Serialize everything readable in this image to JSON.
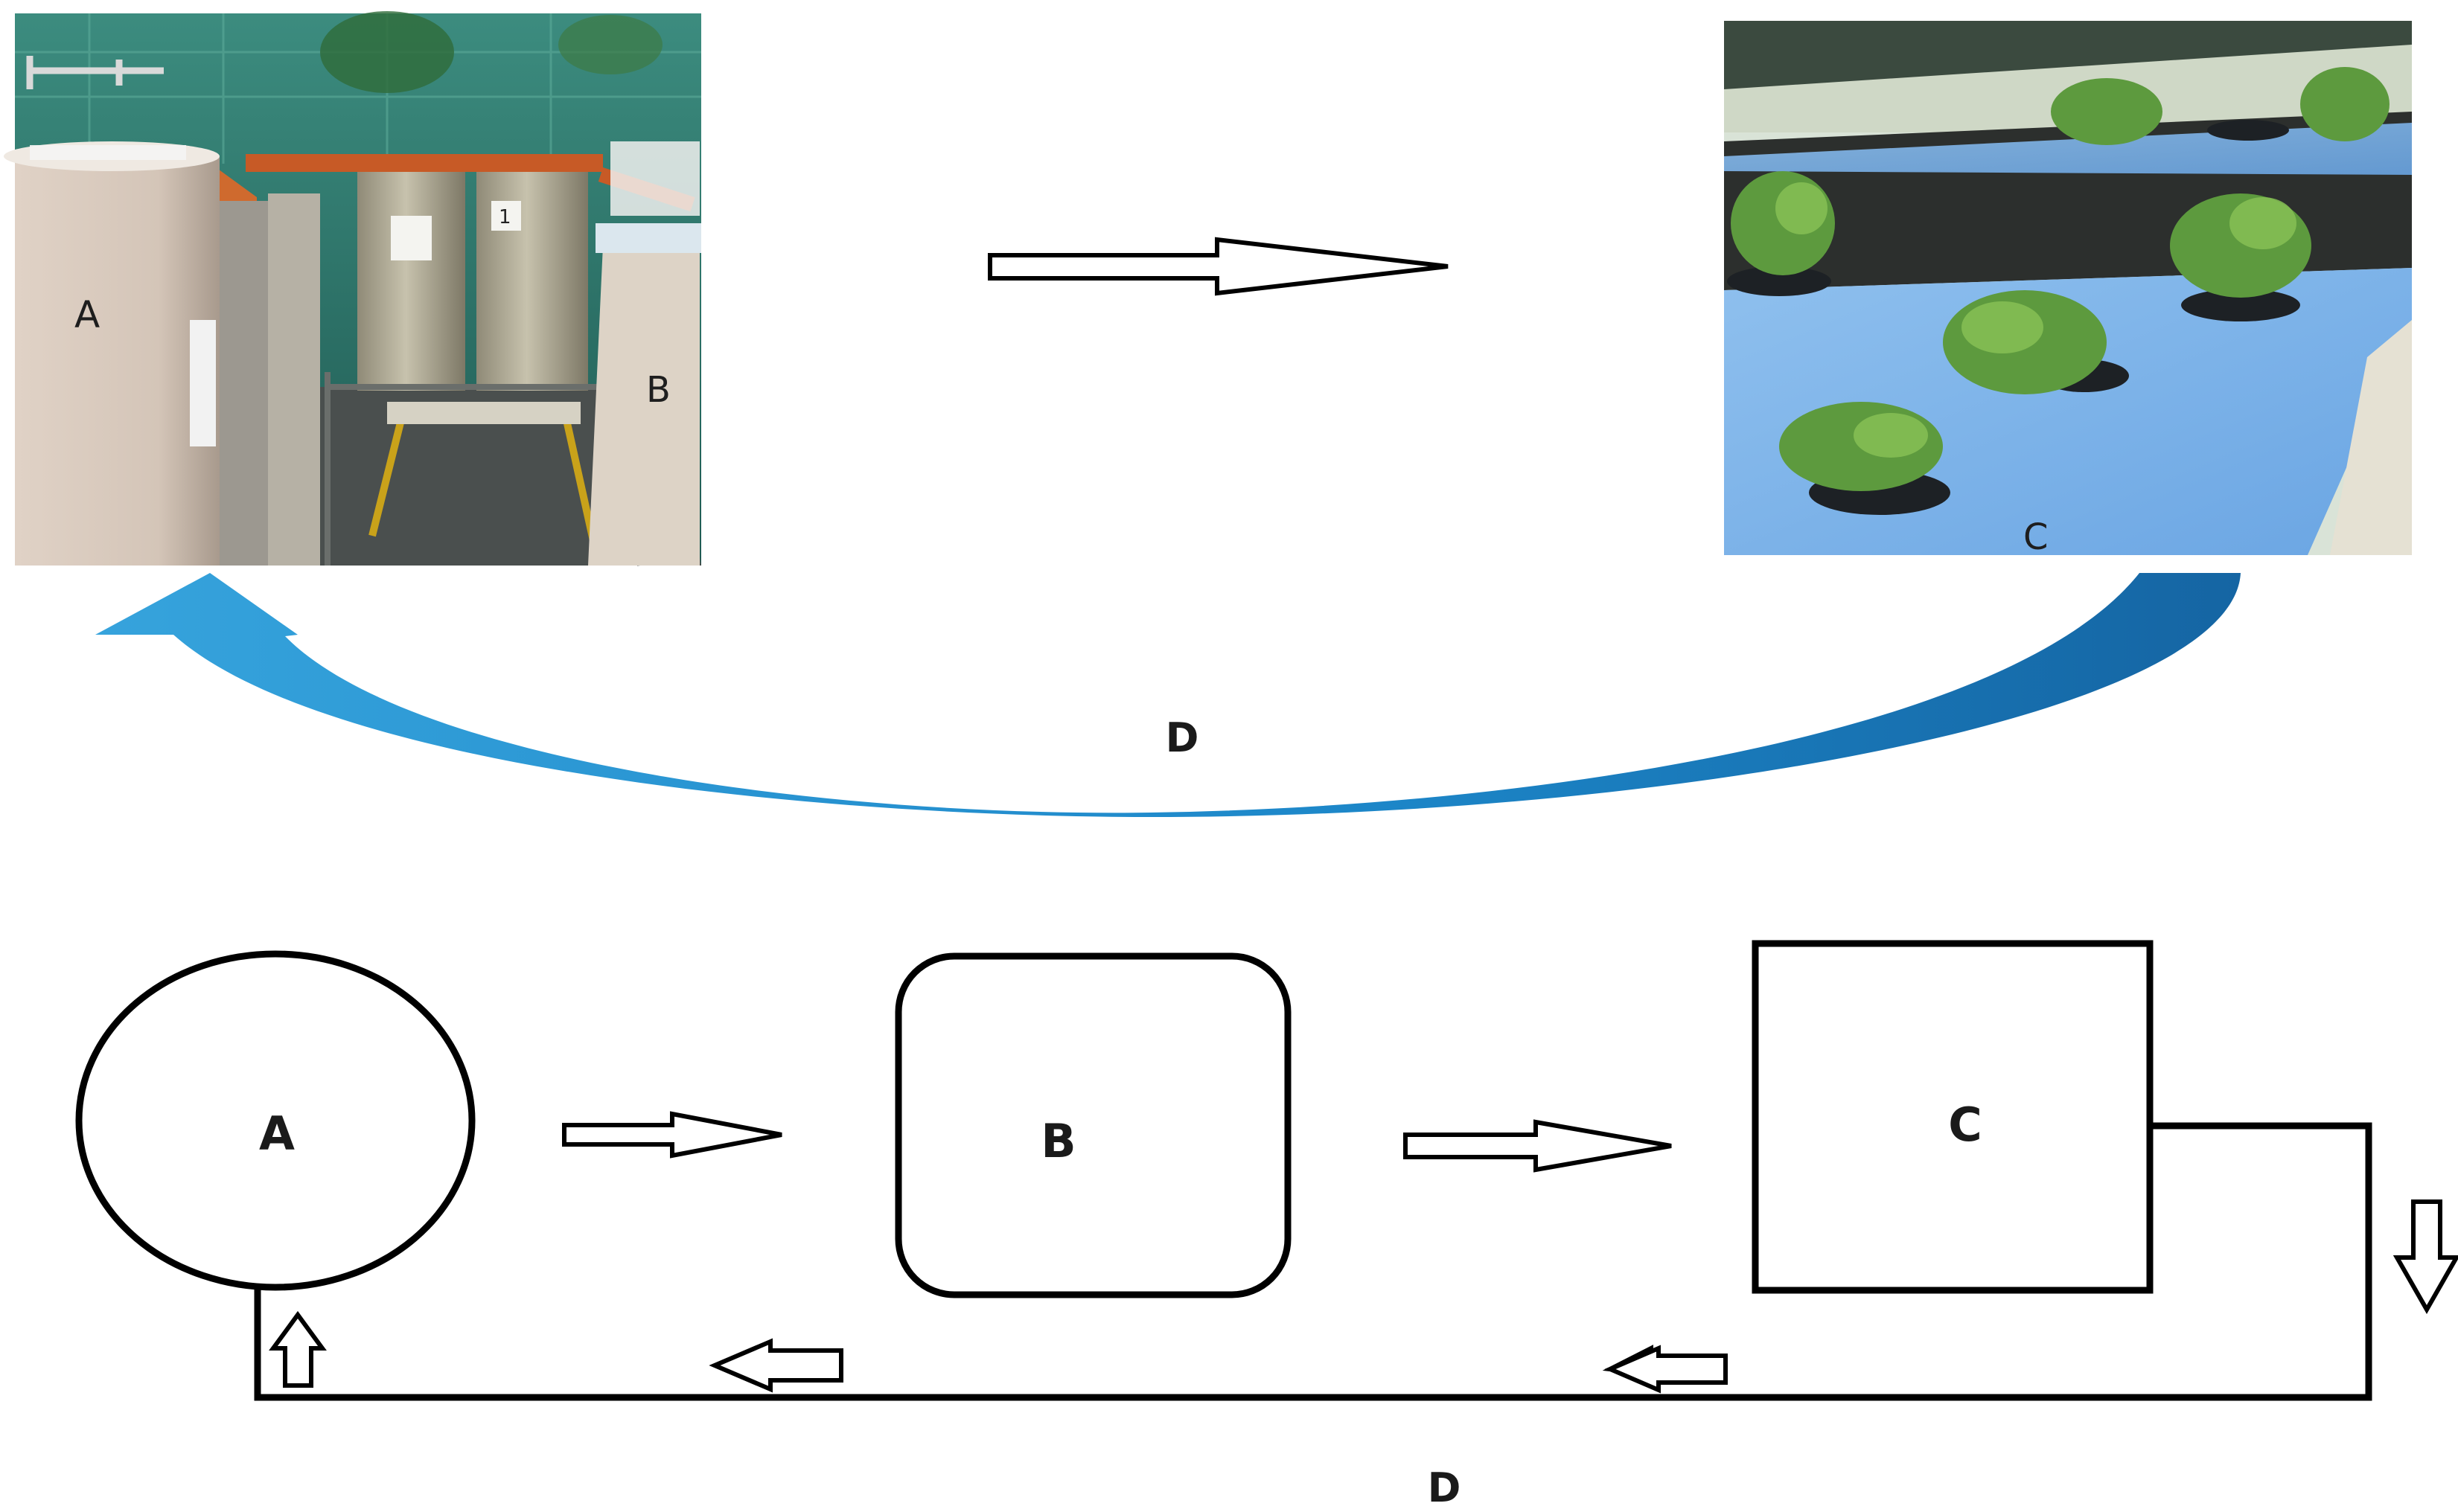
{
  "photo_left": {
    "labels": {
      "a": "A",
      "b": "B"
    },
    "scene": "aquaculture-tanks-photo"
  },
  "photo_right": {
    "labels": {
      "c": "C"
    },
    "scene": "hydroponic-plants-photo"
  },
  "top_cycle_label": "D",
  "diagram": {
    "nodes": {
      "a": "A",
      "b": "B",
      "c": "C"
    },
    "return_label": "D"
  },
  "colors": {
    "return_arrow_light": "#36a3dc",
    "return_arrow_dark": "#1565a3",
    "stroke": "#000000"
  }
}
